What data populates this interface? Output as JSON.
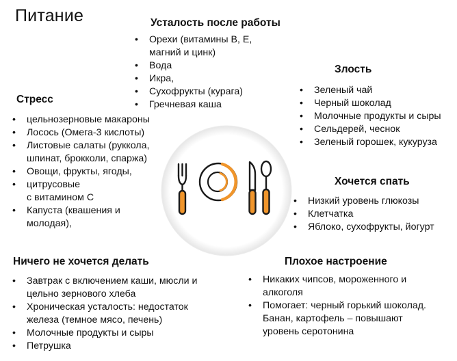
{
  "title": "Питание",
  "sections": {
    "fatigue": {
      "heading": "Усталость после работы",
      "items": [
        "Орехи (витамины В, Е,\nмагний и цинк)",
        "Вода",
        "Икра,",
        "Сухофрукты (курага)",
        "Гречневая каша"
      ]
    },
    "anger": {
      "heading": "Злость",
      "items": [
        "Зеленый чай",
        "Черный шоколад",
        "Молочные продукты и сыры",
        "Сельдерей, чеснок",
        "Зеленый горошек, кукуруза"
      ]
    },
    "stress": {
      "heading": "Стресс",
      "items": [
        "цельнозерновые макароны",
        "Лосось (Омега-3 кислоты)",
        "Листовые салаты (руккола,\nшпинат, брокколи, спаржа)",
        "Овощи, фрукты, ягоды,",
        "цитрусовые\nс витамином С",
        "Капуста (квашения и\nмолодая),"
      ]
    },
    "sleepy": {
      "heading": "Хочется спать",
      "items": [
        "Низкий уровень глюкозы",
        "Клетчатка",
        "Яблоко, сухофрукты, йогурт"
      ]
    },
    "lazy": {
      "heading": "Ничего не хочется делать",
      "items": [
        "Завтрак с включением каши, мюсли и\nцельно зернового хлеба",
        "Хроническая усталость: недостаток\nжелеза (темное мясо, печень)",
        "Молочные продукты и сыры",
        "Петрушка"
      ]
    },
    "mood": {
      "heading": "Плохое настроение",
      "items": [
        "Никаких чипсов, мороженного и\nалкоголя",
        "Помогает: черный горький шоколад.\nБанан, картофель – повышают\nуровень серотонина"
      ]
    }
  },
  "illustration": {
    "icon": "plate-cutlery-icon",
    "accent_color": "#f0952b",
    "stroke_color": "#1a1a1a"
  }
}
